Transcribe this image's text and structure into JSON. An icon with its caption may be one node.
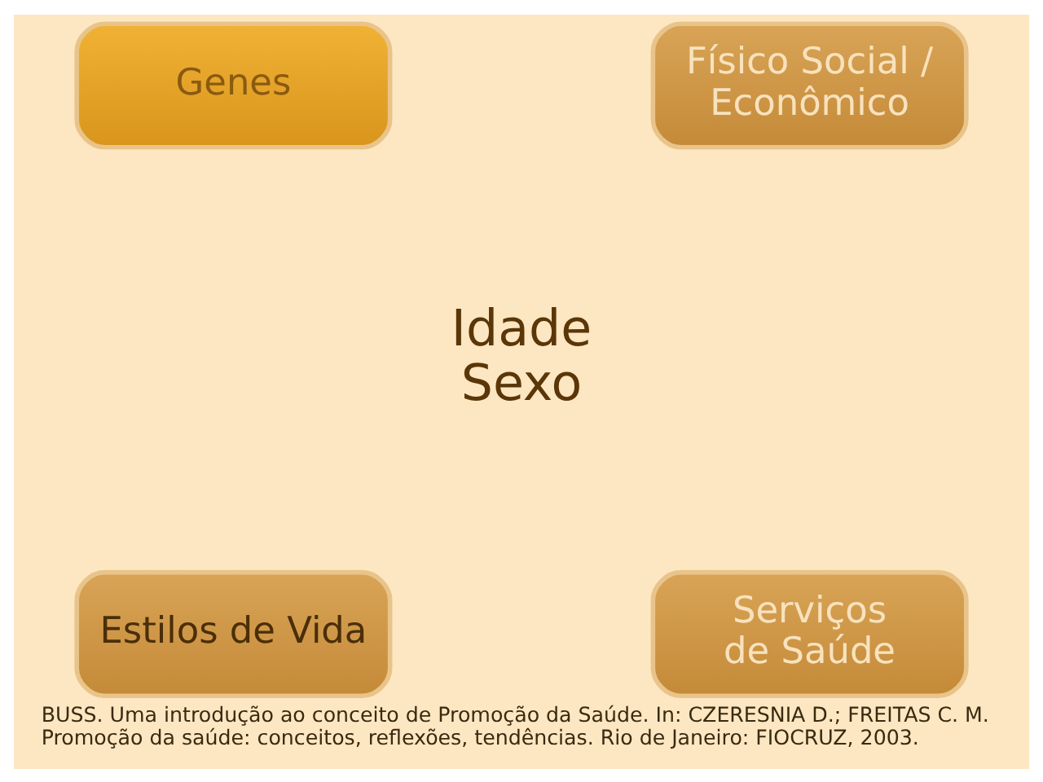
{
  "diagram": {
    "caption": "BUSS. Uma introdução ao conceito de Promoção da Saúde. In: CZERESNIA D.; FREITAS C. M. Promoção da saúde: conceitos, reflexões, tendências. Rio de Janeiro: FIOCRUZ, 2003.",
    "nodes": [
      {
        "text": [
          "Genes"
        ]
      },
      {
        "text": [
          "Físico Social / Econômico"
        ]
      },
      {
        "text": [
          "Estilos de Vida"
        ]
      },
      {
        "text": [
          "Serviços de Saúde"
        ]
      }
    ],
    "labels": [
      "Idade Sexo"
    ]
  }
}
